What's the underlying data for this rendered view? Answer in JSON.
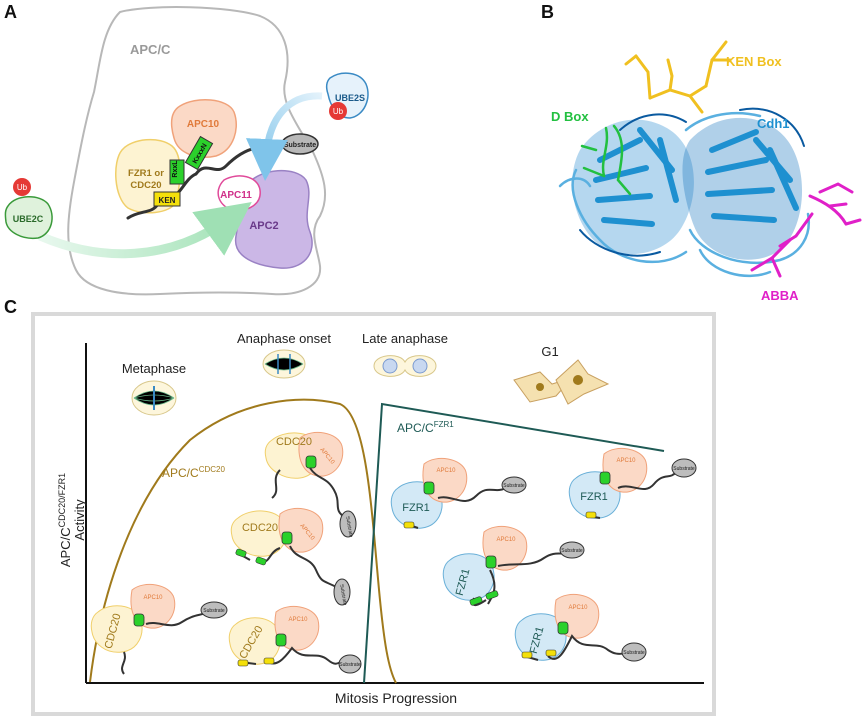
{
  "panels": {
    "a": "A",
    "b": "B",
    "c": "C"
  },
  "panel_a": {
    "complex": "APC/C",
    "ub": "Ub",
    "ube2s": "UBE2S",
    "ube2c": "UBE2C",
    "apc10": "APC10",
    "apc11": "APC11",
    "apc2": "APC2",
    "coactivator_line1": "FZR1 or",
    "coactivator_line2": "CDC20",
    "ken": "KEN",
    "rxxl": "RxxL",
    "kxxxn": "KxxxN",
    "substrate": "Substrate"
  },
  "panel_b": {
    "ken_box": "KEN Box",
    "d_box": "D Box",
    "cdh1": "Cdh1",
    "abba": "ABBA"
  },
  "panel_c": {
    "y_axis_line1_prefix": "APC/C",
    "y_axis_line1_sup": "CDC20/FZR1",
    "y_axis_line2": "Activity",
    "x_axis": "Mitosis Progression",
    "stage_metaphase": "Metaphase",
    "stage_anaphase_onset": "Anaphase onset",
    "stage_late_anaphase": "Late anaphase",
    "stage_g1": "G1",
    "curve_cdc20_prefix": "APC/C",
    "curve_cdc20_sup": "CDC20",
    "curve_fzr1_prefix": "APC/C",
    "curve_fzr1_sup": "FZR1",
    "cdc20": "CDC20",
    "fzr1": "FZR1",
    "apc10": "APC10",
    "substrate": "Substrate"
  },
  "colors": {
    "cdc20_curve": "#a07a1c",
    "fzr1_curve": "#1e5a55",
    "apc10_fill": "#fbd9c6",
    "apc10_stroke": "#f0a27a",
    "cdc20_fill": "#fdf3d2",
    "cdc20_stroke": "#f0cf6a",
    "fzr1_fill": "#d3e9f6",
    "fzr1_stroke": "#6ab0d8",
    "degron_green": "#2bd12b",
    "ken_yellow": "#f4e00a",
    "apc2_fill": "#cbb7e6",
    "apc11_stroke": "#e04a9a",
    "ub_red": "#e53935",
    "cdh1_blue": "#1e90d0",
    "abba_magenta": "#e020c8",
    "kenbox_yellow": "#f0c020",
    "dbox_green": "#22c040"
  }
}
